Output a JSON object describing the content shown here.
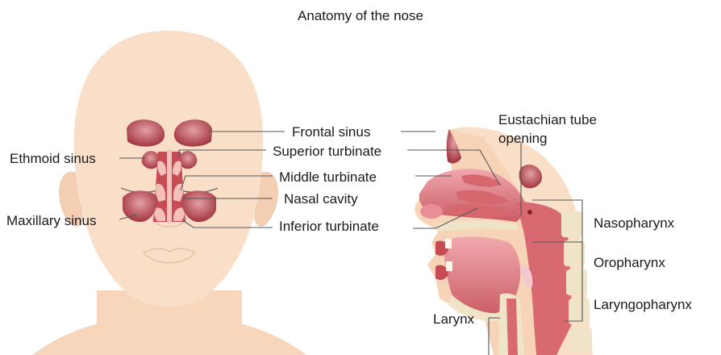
{
  "title": "Anatomy of the nose",
  "front_view": {
    "labels": {
      "frontal_sinus": "Frontal sinus",
      "superior_turbinate": "Superior turbinate",
      "ethmoid_sinus": "Ethmoid sinus",
      "middle_turbinate": "Middle turbinate",
      "nasal_cavity": "Nasal cavity",
      "maxillary_sinus": "Maxillary sinus",
      "inferior_turbinate": "Inferior turbinate"
    }
  },
  "side_view": {
    "labels": {
      "eustachian_line1": "Eustachian tube",
      "eustachian_line2": "opening",
      "nasopharynx": "Nasopharynx",
      "oropharynx": "Oropharynx",
      "laryngopharynx": "Laryngopharynx",
      "larynx": "Larynx"
    }
  },
  "colors": {
    "skin": "#f9dcc4",
    "skin_outline": "#e8c9a8",
    "sinus": "#b3424a",
    "sinus_light": "#d98a90",
    "tissue": "#e07f86",
    "bone": "#efe3c8"
  }
}
